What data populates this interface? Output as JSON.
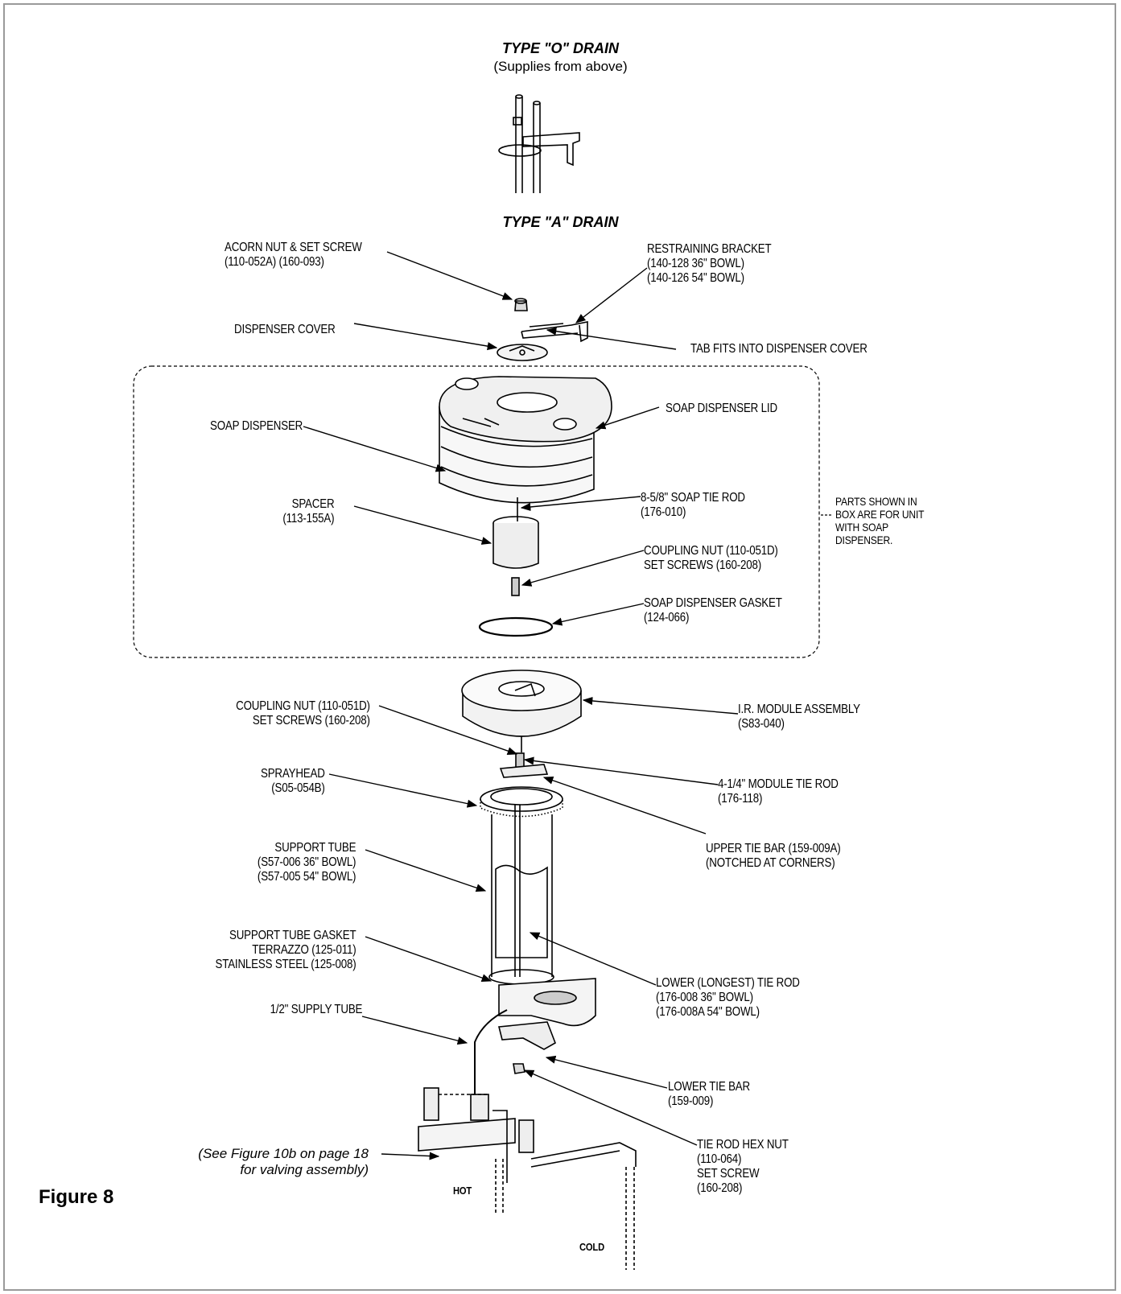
{
  "type_o": {
    "title": "TYPE \"O\" DRAIN",
    "subtitle": "(Supplies from above)"
  },
  "type_a": {
    "title": "TYPE \"A\" DRAIN"
  },
  "labels": {
    "acorn_nut": [
      "ACORN NUT & SET SCREW",
      "(110-052A)        (160-093)"
    ],
    "restraining_bracket": [
      "RESTRAINING BRACKET",
      "(140-128  36\" BOWL)",
      "(140-126  54\" BOWL)"
    ],
    "dispenser_cover": [
      "DISPENSER  COVER"
    ],
    "tab_fits": [
      "TAB FITS INTO DISPENSER COVER"
    ],
    "soap_dispenser": [
      "SOAP DISPENSER"
    ],
    "soap_dispenser_lid": [
      "SOAP DISPENSER LID"
    ],
    "spacer": [
      "SPACER",
      "(113-155A)"
    ],
    "soap_tie_rod": [
      "8-5/8\" SOAP TIE ROD",
      "(176-010)"
    ],
    "box_note": [
      "PARTS SHOWN IN",
      "BOX ARE FOR UNIT",
      "WITH SOAP",
      "DISPENSER."
    ],
    "coupling_nut_upper": [
      "COUPLING NUT (110-051D)",
      "SET SCREWS (160-208)"
    ],
    "soap_gasket": [
      "SOAP DISPENSER GASKET",
      "(124-066)"
    ],
    "coupling_nut_lower": [
      "COUPLING NUT (110-051D)",
      "SET SCREWS (160-208)"
    ],
    "ir_module": [
      "I.R. MODULE ASSEMBLY",
      "(S83-040)"
    ],
    "sprayhead": [
      "SPRAYHEAD",
      "(S05-054B)"
    ],
    "module_tie_rod": [
      "4-1/4\" MODULE TIE ROD",
      "(176-118)"
    ],
    "upper_tie_bar": [
      "UPPER TIE BAR (159-009A)",
      "(NOTCHED AT CORNERS)"
    ],
    "support_tube": [
      "SUPPORT TUBE",
      "(S57-006  36\" BOWL)",
      "(S57-005  54\" BOWL)"
    ],
    "support_tube_gasket": [
      "SUPPORT TUBE GASKET",
      "TERRAZZO (125-011)",
      "STAINLESS STEEL (125-008)"
    ],
    "lower_tie_rod": [
      "LOWER (LONGEST) TIE ROD",
      "(176-008    36\" BOWL)",
      "(176-008A  54\" BOWL)"
    ],
    "supply_tube": [
      "1/2\" SUPPLY TUBE"
    ],
    "lower_tie_bar": [
      "LOWER TIE BAR",
      "(159-009)"
    ],
    "tie_rod_hex_nut": [
      "TIE ROD HEX NUT",
      "(110-064)",
      "SET SCREW",
      "(160-208)"
    ],
    "hot": "HOT",
    "cold": "COLD"
  },
  "see_note": [
    "(See Figure 10b on page 18",
    "for valving assembly)"
  ],
  "figure_caption": "Figure 8"
}
